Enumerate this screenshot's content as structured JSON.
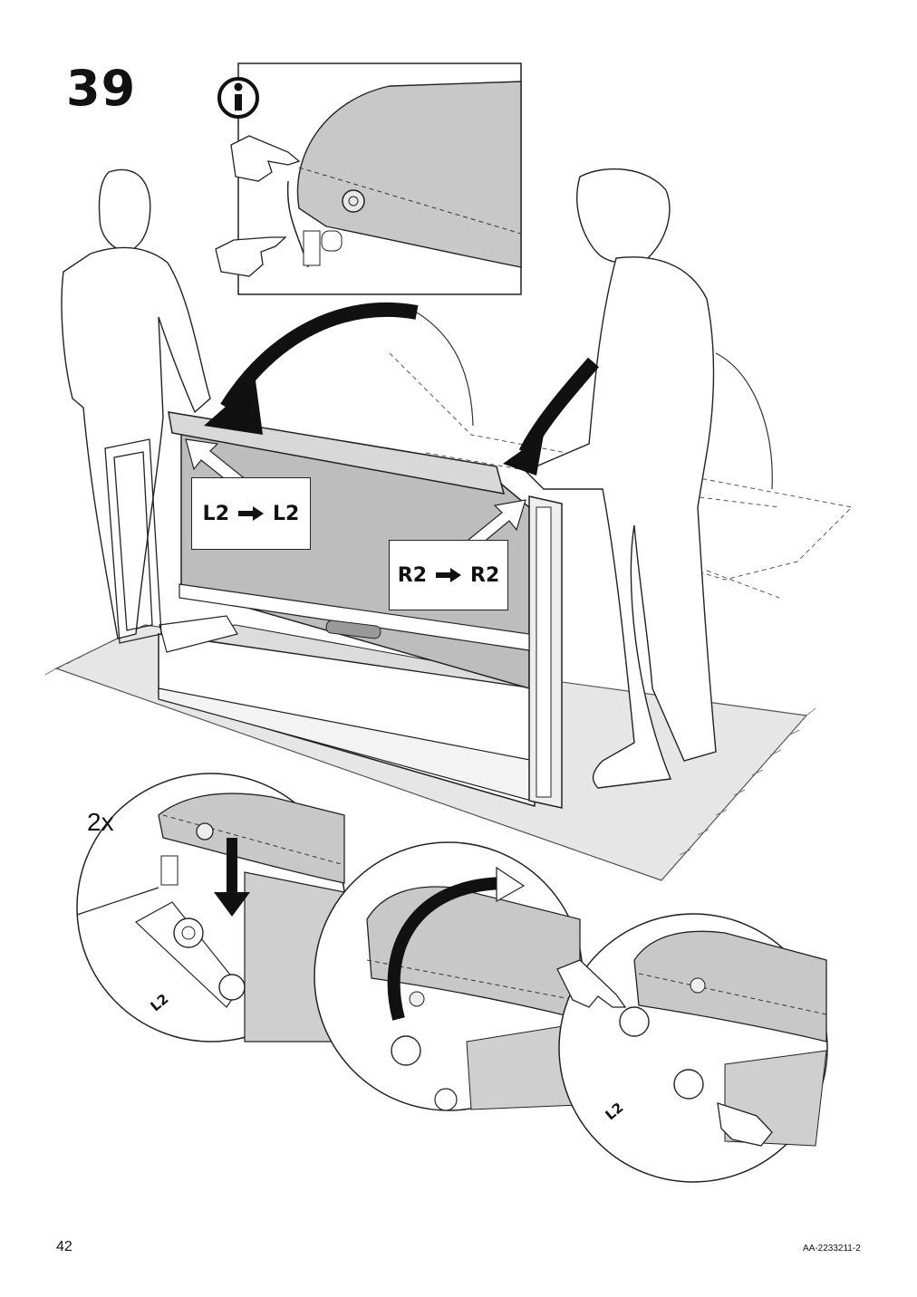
{
  "step": {
    "number": "39"
  },
  "labels": {
    "left": {
      "from": "L2",
      "to": "L2"
    },
    "right": {
      "from": "R2",
      "to": "R2"
    }
  },
  "quantity": "2x",
  "detail_labels": [
    "L2",
    "L2"
  ],
  "footer": {
    "page_number": "42",
    "doc_code": "AA-2233211-2"
  },
  "icons": [
    "info-icon",
    "pointing-hand-icon",
    "arrow-right-icon",
    "curved-arrow-icon",
    "down-arrow-icon",
    "bolt-icon"
  ]
}
